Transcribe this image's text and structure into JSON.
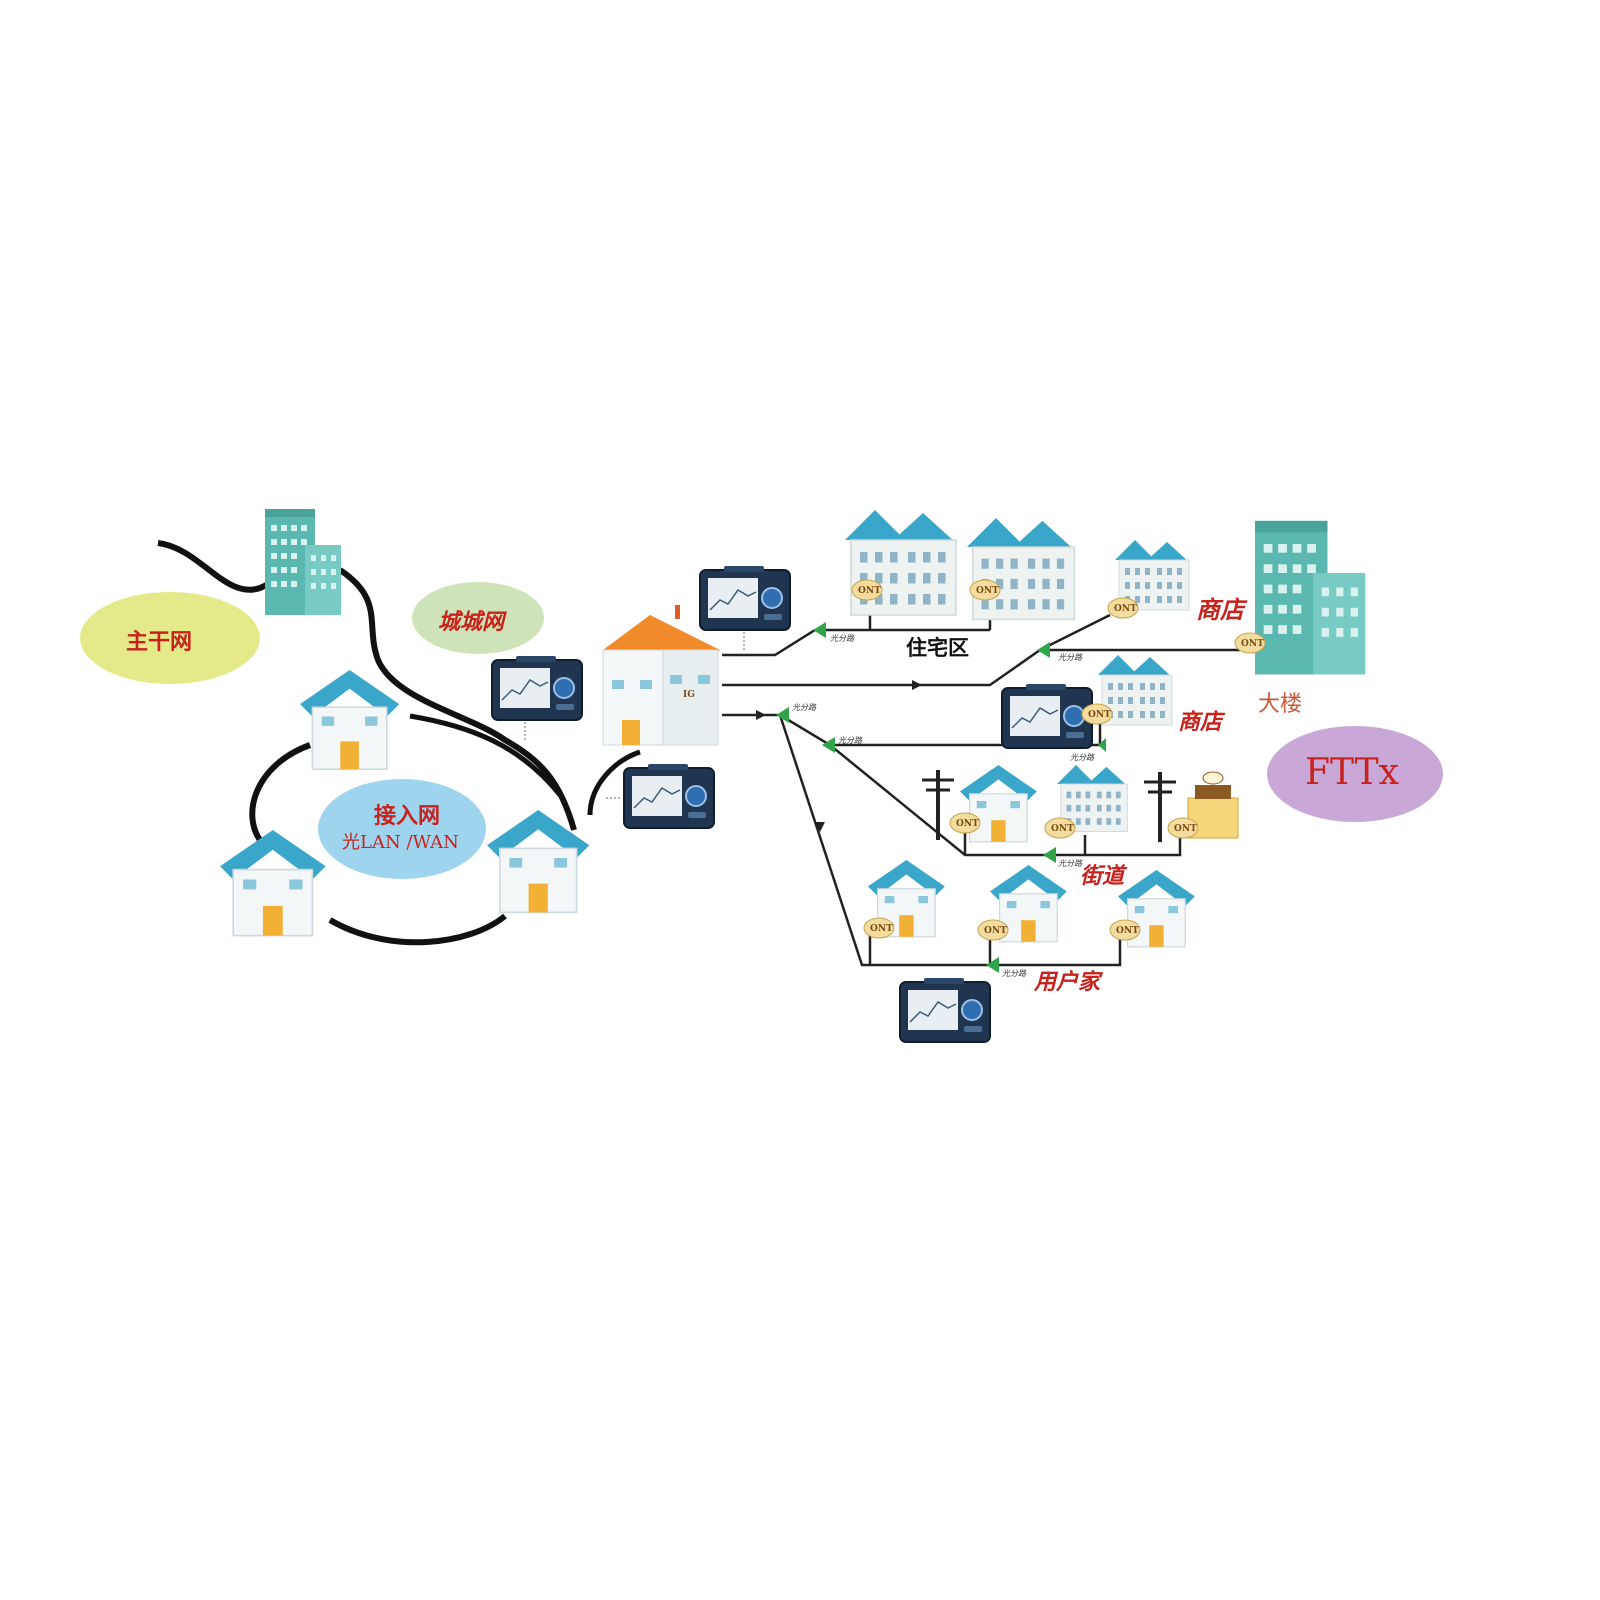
{
  "labels": {
    "backbone": "主干网",
    "metro": "城城网",
    "access": "接入网",
    "access_sub": "光LAN /WAN",
    "residential": "住宅区",
    "shop_top": "商店",
    "shop_mid": "商店",
    "building": "大楼",
    "street": "街道",
    "homes": "用户家",
    "fttx": "FTTx"
  },
  "ont_label": "ONT",
  "central_office_label": "IG",
  "colors": {
    "backbone_ellipse": "#e4ea8a",
    "metro_ellipse": "#cfe3b8",
    "access_ellipse": "#9fd4ee",
    "fttx_ellipse": "#c9a8d8",
    "label_red": "#c8221c",
    "fiber": "#111111",
    "roof": "#3aa6c9",
    "roof_orange": "#f08a2a",
    "splitter": "#2fa44a",
    "ont": "#f3dca0"
  },
  "icons": {
    "otdr": "otdr-tester-icon",
    "house": "house-icon",
    "office": "office-building-icon",
    "pole": "utility-pole-icon",
    "splitter": "splitter-icon"
  }
}
